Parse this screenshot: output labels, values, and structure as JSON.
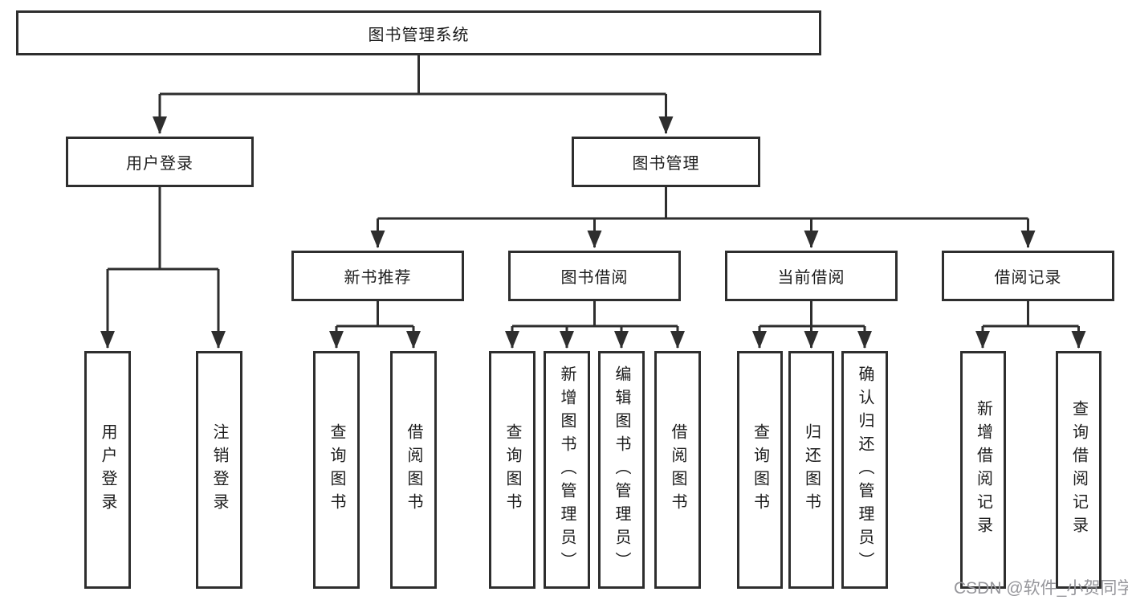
{
  "tree": {
    "root": {
      "label": "图书管理系统",
      "children": [
        {
          "label": "用户登录",
          "children": [
            {
              "label": "用户登录"
            },
            {
              "label": "注销登录"
            }
          ]
        },
        {
          "label": "图书管理",
          "children": [
            {
              "label": "新书推荐",
              "children": [
                {
                  "label": "查询图书"
                },
                {
                  "label": "借阅图书"
                }
              ]
            },
            {
              "label": "图书借阅",
              "children": [
                {
                  "label": "查询图书"
                },
                {
                  "label": "新增图书（管理员）"
                },
                {
                  "label": "编辑图书（管理员）"
                },
                {
                  "label": "借阅图书"
                }
              ]
            },
            {
              "label": "当前借阅",
              "children": [
                {
                  "label": "查询图书"
                },
                {
                  "label": "归还图书"
                },
                {
                  "label": "确认归还（管理员）"
                }
              ]
            },
            {
              "label": "借阅记录",
              "children": [
                {
                  "label": "新增借阅记录"
                },
                {
                  "label": "查询借阅记录"
                }
              ]
            }
          ]
        }
      ]
    }
  },
  "watermark": {
    "text": "CSDN @软件_小贺同学"
  },
  "colors": {
    "line": "#2e2e2e",
    "box_border": "#2e2e2e",
    "text": "#1c1c1c",
    "watermark": "#96969b",
    "background": "#ffffff"
  }
}
